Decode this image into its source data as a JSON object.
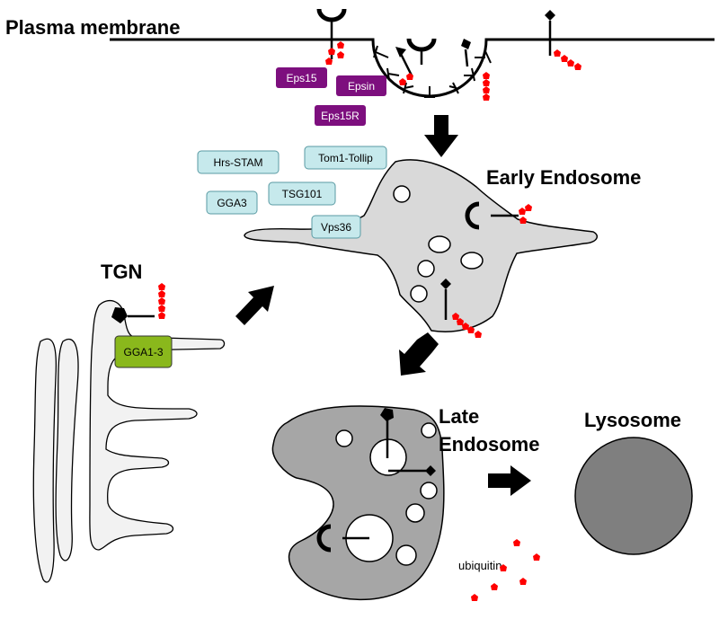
{
  "labels": {
    "plasma_membrane": "Plasma membrane",
    "early_endosome": "Early Endosome",
    "tgn": "TGN",
    "late_endosome_line1": "Late",
    "late_endosome_line2": "Endosome",
    "lysosome": "Lysosome",
    "ubiquitin": "ubiquitin"
  },
  "adaptors": {
    "purple": [
      "Eps15",
      "Epsin",
      "Eps15R"
    ],
    "cyan": [
      "Hrs-STAM",
      "Tom1-Tollip",
      "TSG101",
      "GGA3",
      "Vps36"
    ],
    "green": [
      "GGA1-3"
    ]
  },
  "colors": {
    "purple_box": "#7d0f7e",
    "cyan_box": "#c6e9ec",
    "green_box": "#8ab81c",
    "ubiquitin": "#ff0000",
    "early_endosome_fill": "#d9d9d9",
    "late_endosome_fill": "#a6a6a6",
    "lysosome_fill": "#7f7f7f",
    "tgn_fill": "#f2f2f2"
  }
}
